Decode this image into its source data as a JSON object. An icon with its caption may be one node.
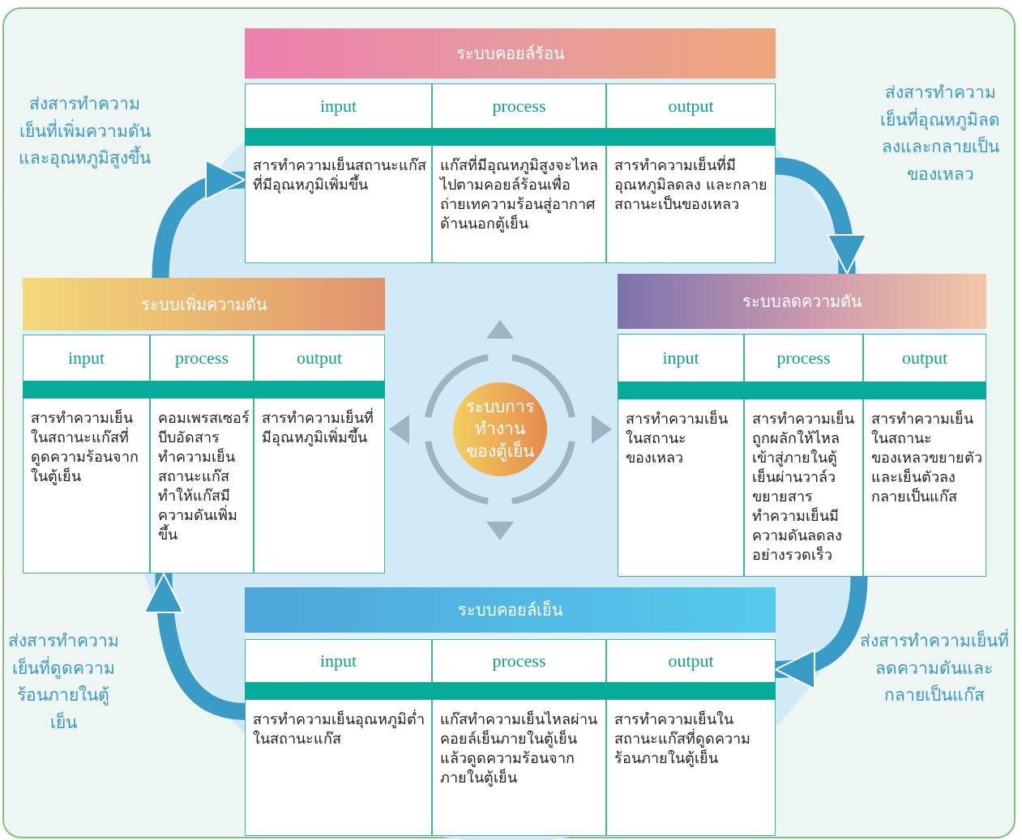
{
  "diagram": {
    "nodes": [
      {
        "text": [
          "ระบบคอยล์ร้อน"
        ]
      },
      {
        "text": [
          "input",
          "สารทำความเย็นสถานะแก๊สที่มีอุณหภูมิเพิ่มขึ้น"
        ],
        "in": 0
      },
      {
        "text": [
          "process",
          "แก๊สที่มีอุณหภูมิสูงจะไหลไปตามคอยล์ร้อนเพื่อถ่ายเทความร้อนสู่อากาศด้านนอกตู้เย็น"
        ],
        "in": 0
      },
      {
        "text": [
          "output",
          "สารทำความเย็นที่มีอุณหภูมิลดลง และกลายสถานะเป็นของเหลว"
        ],
        "in": 0
      },
      {
        "text": [
          "ระบบเพิ่มความดัน"
        ]
      },
      {
        "text": [
          "input",
          "สารทำความเย็นในสถานะแก๊สที่ดูดความร้อนจากในตู้เย็น"
        ],
        "in": 4
      },
      {
        "text": [
          "process",
          "คอมเพรสเซอร์บีบอัดสารทำความเย็นสถานะแก๊สทำให้แก๊สมีความดันเพิ่มขึ้น"
        ],
        "in": 4
      },
      {
        "text": [
          "output",
          "สารทำความเย็นที่มีอุณหภูมิเพิ่มขึ้น"
        ],
        "in": 4
      },
      {
        "text": [
          "ระบบการทำงานของตู้เย็น"
        ]
      },
      {
        "text": [
          "ระบบลดความดัน"
        ]
      },
      {
        "text": [
          "input",
          "สารทำความเย็นในสถานะของเหลว"
        ],
        "in": 9
      },
      {
        "text": [
          "process",
          "สารทำความเย็นถูกผลักให้ไหลเข้าสู่ภายในตู้เย็นผ่านวาล์วขยายสารทำความเย็นมีความดันลดลงอย่างรวดเร็ว"
        ],
        "in": 9
      },
      {
        "text": [
          "output",
          "สารทำความเย็นในสถานะของเหลวขยายตัวและเย็นตัวลงกลายเป็นแก๊ส"
        ],
        "in": 9
      },
      {
        "text": [
          "ระบบคอยล์เย็น"
        ]
      },
      {
        "text": [
          "input",
          "สารทำความเย็นอุณหภูมิต่ำในสถานะแก๊ส"
        ],
        "in": 13
      },
      {
        "text": [
          "process",
          "แก๊สทำความเย็นไหลผ่านคอยล์เย็นภายในตู้เย็น แล้วดูดความร้อนจากภายในตู้เย็น"
        ],
        "in": 13
      },
      {
        "text": [
          "output",
          "สารทำความเย็นในสถานะแก๊สที่ดูดความร้อนภายในตู้เย็น"
        ],
        "in": 13
      }
    ],
    "edges": [
      {
        "from": 0,
        "to": 9,
        "arrow": "to",
        "label": "ส่งสารทำความเย็นที่อุณหภูมิลดลงและกลายเป็นของเหลว"
      },
      {
        "from": 9,
        "to": 13,
        "arrow": "to",
        "label": "ส่งสารทำความเย็นที่ลดความดันและกลายเป็นแก๊ส"
      },
      {
        "from": 13,
        "to": 4,
        "arrow": "to",
        "label": "ส่งสารทำความเย็นที่ดูดความร้อนภายในตู้เย็น"
      },
      {
        "from": 4,
        "to": 0,
        "arrow": "to",
        "label": "ส่งสารทำความเย็นที่เพิ่มความดันและอุณหภูมิสูงขึ้น"
      }
    ]
  }
}
